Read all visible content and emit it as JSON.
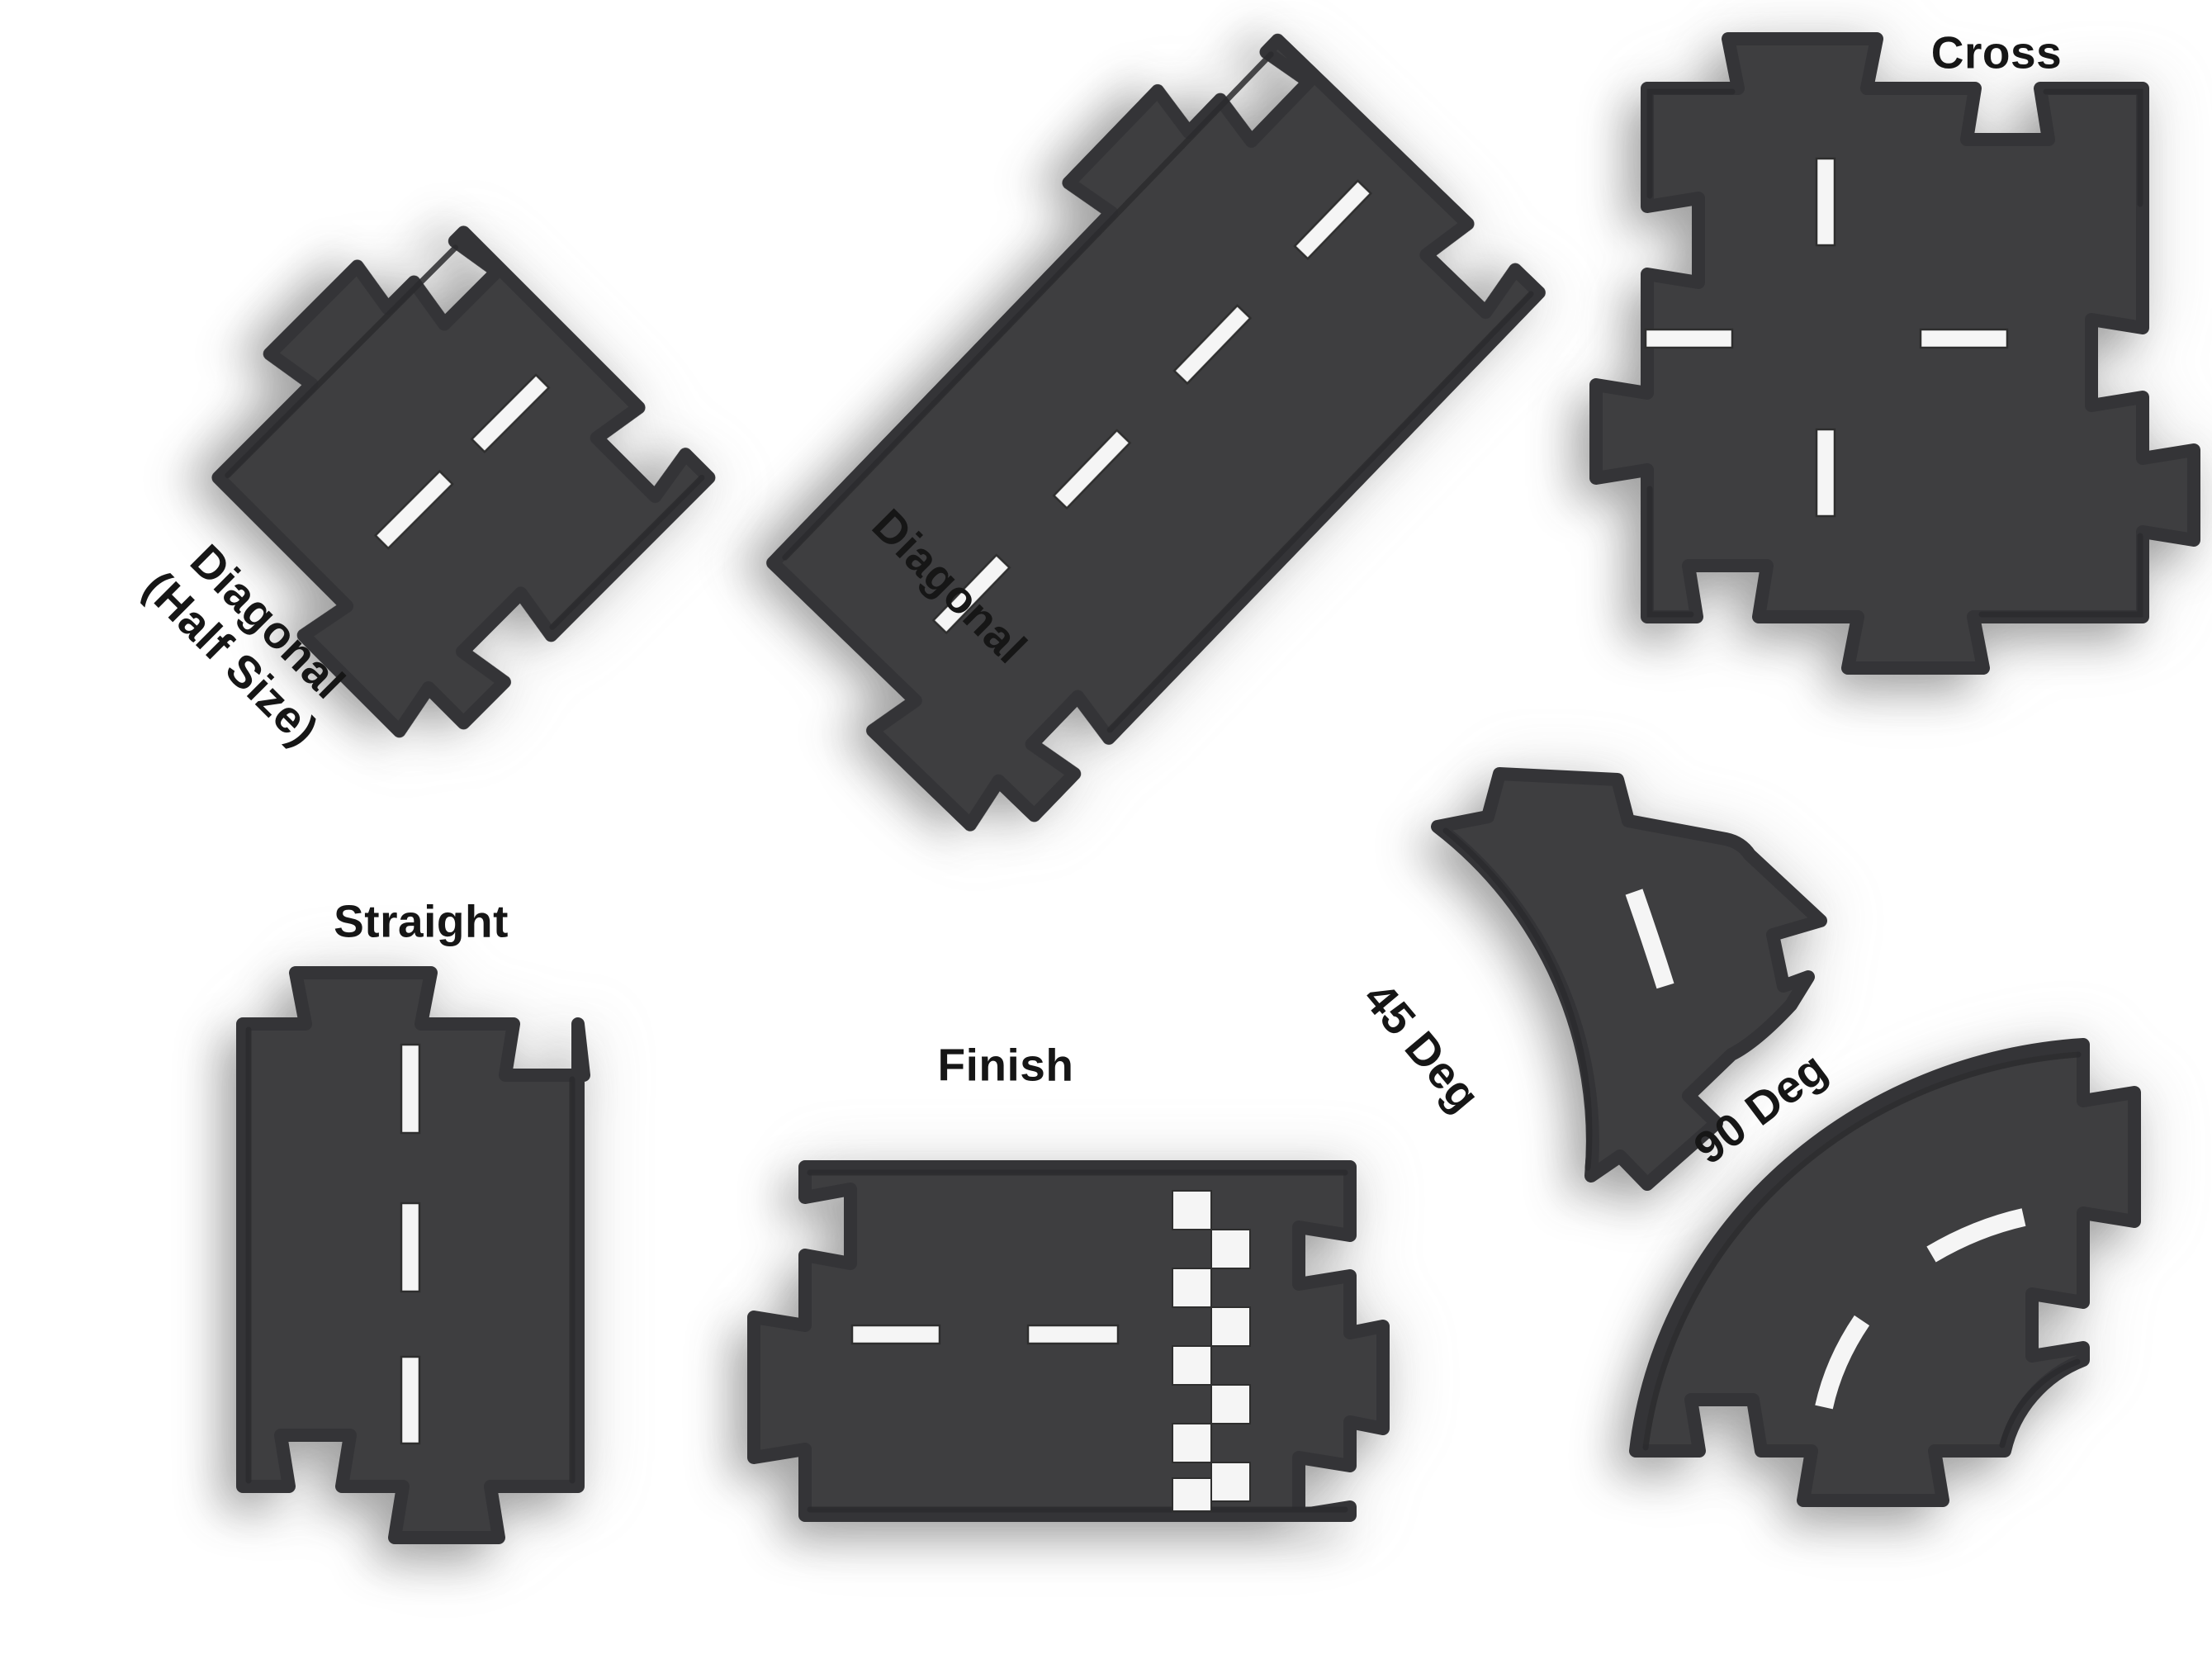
{
  "colors": {
    "road": "#3e3e40",
    "road_edge": "#343437",
    "road_lip": "#2b2b2e",
    "marking": "#f5f5f5",
    "marking_edge": "#2e2e2e",
    "label": "#161616",
    "background": "#ffffff"
  },
  "pieces": {
    "half_diagonal": {
      "label_line1": "Diagonal",
      "label_line2": "(Half Size)",
      "dash_count": 2
    },
    "diagonal": {
      "label": "Diagonal",
      "dash_count": 4
    },
    "cross": {
      "label": "Cross",
      "dash_count": 4
    },
    "straight": {
      "label": "Straight",
      "dash_count": 3
    },
    "finish": {
      "label": "Finish",
      "dash_count": 2,
      "checker_squares": 9
    },
    "deg45": {
      "label": "45 Deg",
      "dash_count": 1
    },
    "deg90": {
      "label": "90 Deg",
      "dash_count": 2
    }
  }
}
